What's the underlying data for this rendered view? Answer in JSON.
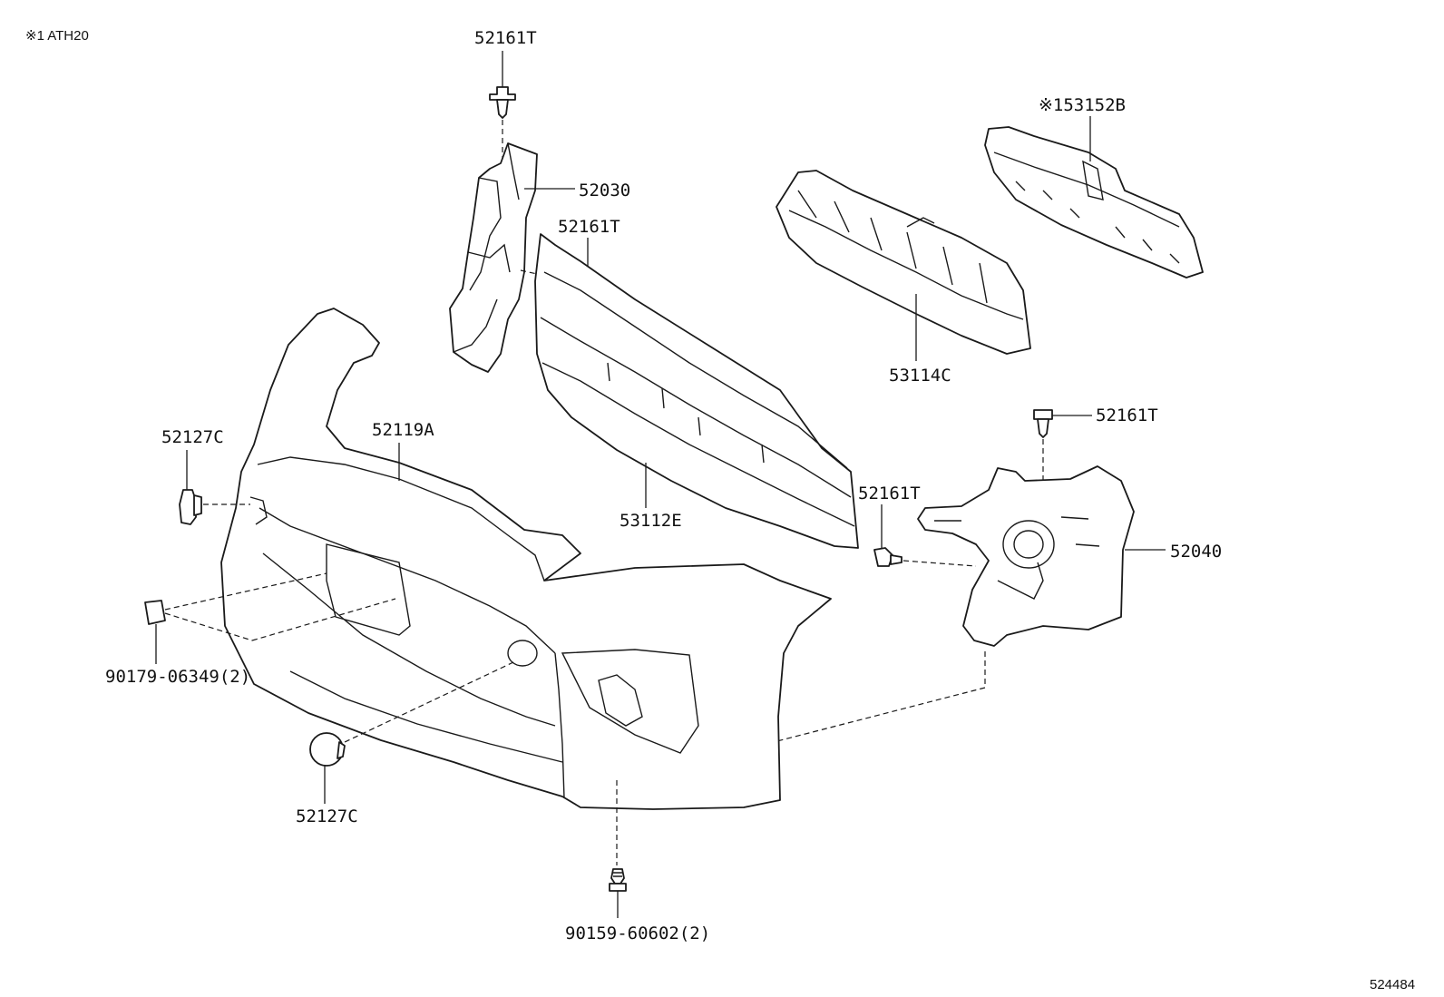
{
  "note": "※1 ATH20",
  "diagram_id": "524484",
  "labels": {
    "clip_top": "52161T",
    "bracket_left": "52030",
    "clip_mid": "52161T",
    "retainer_top": "※153152B",
    "absorber": "53114C",
    "clip_right_top": "52161T",
    "clip_right_mid": "52161T",
    "bracket_right": "52040",
    "grille": "53112E",
    "bumper_cover": "52119A",
    "cap_left": "52127C",
    "nut_plate": "90179-06349(2)",
    "cap_bottom": "52127C",
    "screw_bottom": "90159-60602(2)"
  }
}
